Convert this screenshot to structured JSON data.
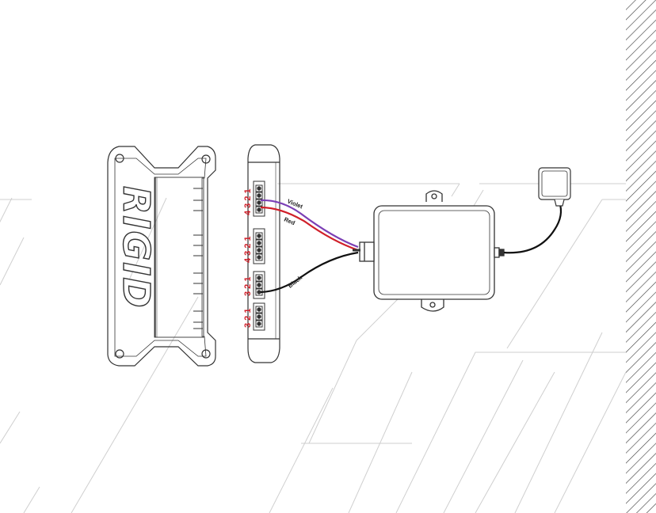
{
  "brand_logo": "RIGID",
  "port_labels": [
    {
      "pins": "4 3 2 1"
    },
    {
      "pins": "4 3 2 1"
    },
    {
      "pins": "3 2 1"
    },
    {
      "pins": "3 2 1"
    }
  ],
  "wires": [
    {
      "label": "Violet",
      "color": "#7b3fb5"
    },
    {
      "label": "Red",
      "color": "#d0202a"
    },
    {
      "label": "Black",
      "color": "#111111"
    }
  ],
  "colors": {
    "pin_numbers": "#d0202a",
    "outline": "#333333"
  }
}
